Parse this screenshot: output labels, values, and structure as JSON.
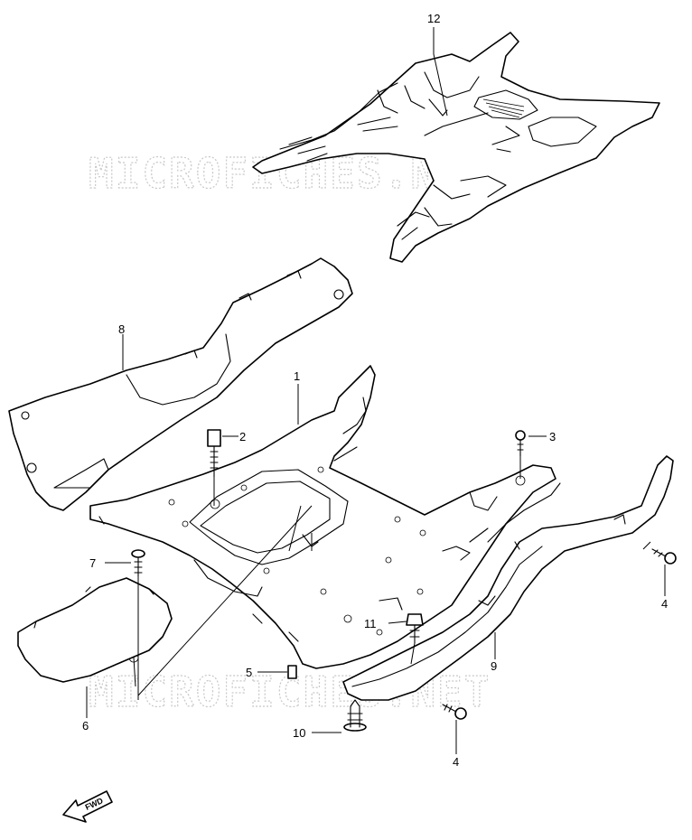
{
  "watermark": {
    "text": "MICROFICHES.NET",
    "color": "#c8c8c8"
  },
  "direction_marker": {
    "label": "FWD",
    "icon": "fwd-arrow-icon"
  },
  "callouts": [
    {
      "id": "c12",
      "label": "12"
    },
    {
      "id": "c8",
      "label": "8"
    },
    {
      "id": "c1",
      "label": "1"
    },
    {
      "id": "c2",
      "label": "2"
    },
    {
      "id": "c3",
      "label": "3"
    },
    {
      "id": "c7",
      "label": "7"
    },
    {
      "id": "c4a",
      "label": "4"
    },
    {
      "id": "c11",
      "label": "11"
    },
    {
      "id": "c9",
      "label": "9"
    },
    {
      "id": "c5",
      "label": "5"
    },
    {
      "id": "c6",
      "label": "6"
    },
    {
      "id": "c10",
      "label": "10"
    },
    {
      "id": "c4b",
      "label": "4"
    }
  ]
}
